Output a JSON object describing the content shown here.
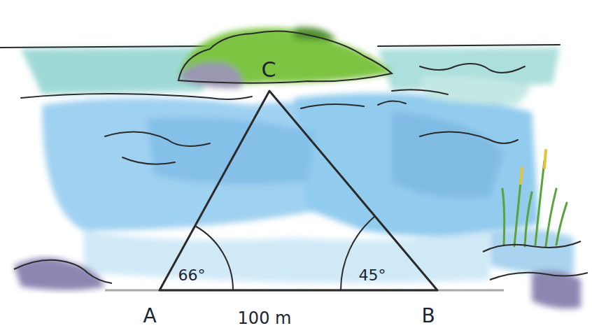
{
  "diagram": {
    "labels": [
      "C",
      "66°",
      "45°",
      "A",
      "100 m",
      "B"
    ]
  }
}
